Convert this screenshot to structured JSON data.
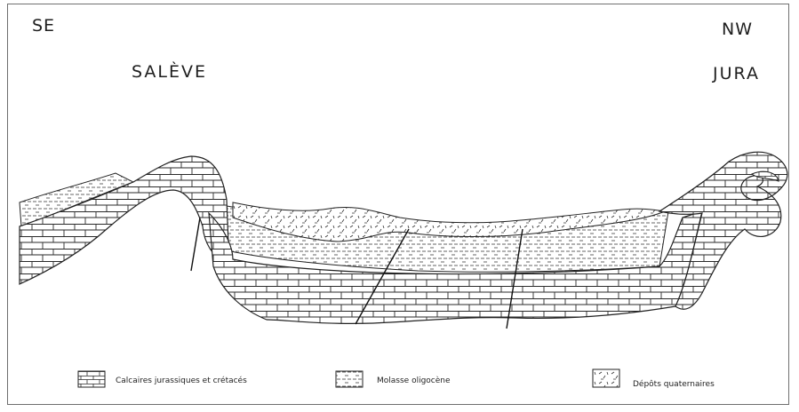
{
  "labels": {
    "orientation_left": "SE",
    "orientation_right": "NW",
    "place_left": "SALÈVE",
    "place_right": "JURA"
  },
  "legend": [
    {
      "symbol": "limestone-brick-pattern",
      "label": "Calcaires jurassiques et crétacés"
    },
    {
      "symbol": "dashed-line-pattern",
      "label": "Molasse oligocène"
    },
    {
      "symbol": "scattered-dash-pattern",
      "label": "Dépôts quaternaires"
    }
  ]
}
